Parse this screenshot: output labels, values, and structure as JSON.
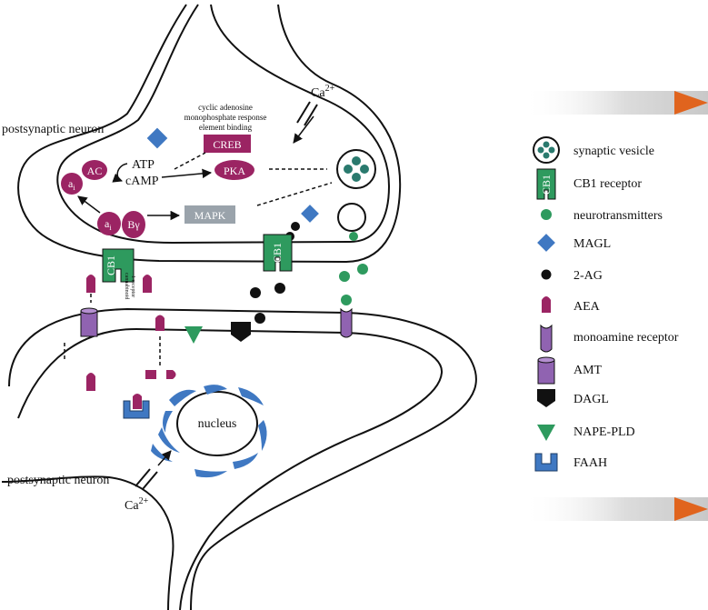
{
  "diagram": {
    "labels": {
      "presynaptic_label": "postsynaptic neuron",
      "postsynaptic_label": "postsynaptic neuron",
      "ca_top": "Ca",
      "ca_top_sup": "2+",
      "ca_bottom": "Ca",
      "ca_bottom_sup": "2+",
      "creb_desc_1": "cyclic adenosine",
      "creb_desc_2": "monophosphate response",
      "creb_desc_3": "element binding",
      "creb": "CREB",
      "pka": "PKA",
      "mapk": "MAPK",
      "atp": "ATP",
      "camp": "cAMP",
      "ac": "AC",
      "alpha_i_1": "a",
      "alpha_i_sub_1": "i",
      "alpha_i_2": "a",
      "alpha_i_sub_2": "i",
      "beta_gamma": "Bγ",
      "cb1_left": "CB1",
      "cb1_left_desc_1": "cannabinoid",
      "cb1_left_desc_2": "1 receptor",
      "cb1_right": "CB1",
      "nucleus": "nucleus"
    },
    "colors": {
      "magenta": "#9b2463",
      "green": "#2e9a5e",
      "blue": "#3f78c2",
      "purple": "#9063b1",
      "teal": "#2a7a6e",
      "gray": "#9aa3ab",
      "orange": "#e0641e"
    }
  },
  "legend": {
    "items": [
      {
        "label": "synaptic vesicle",
        "icon": "synaptic-vesicle-icon"
      },
      {
        "label": "CB1 receptor",
        "icon": "cb1-receptor-icon"
      },
      {
        "label": "neurotransmitters",
        "icon": "neurotransmitter-icon"
      },
      {
        "label": "MAGL",
        "icon": "magl-icon"
      },
      {
        "label": "2-AG",
        "icon": "two-ag-icon"
      },
      {
        "label": "AEA",
        "icon": "aea-icon"
      },
      {
        "label": "monoamine receptor",
        "icon": "monoamine-receptor-icon"
      },
      {
        "label": "AMT",
        "icon": "amt-icon"
      },
      {
        "label": "DAGL",
        "icon": "dagl-icon"
      },
      {
        "label": "NAPE-PLD",
        "icon": "nape-pld-icon"
      },
      {
        "label": "FAAH",
        "icon": "faah-icon"
      }
    ],
    "cb1_icon_text": "CB1"
  }
}
